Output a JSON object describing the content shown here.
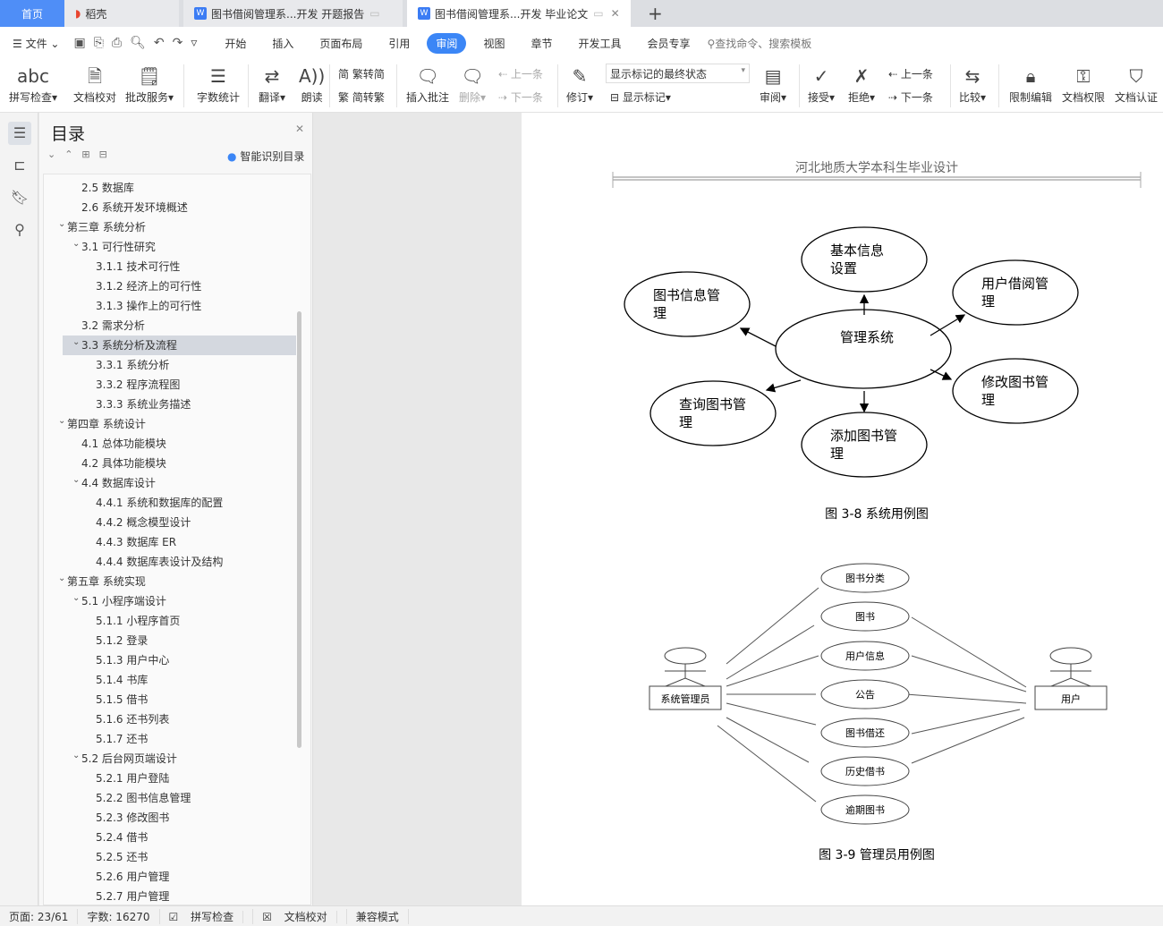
{
  "tabs": [
    {
      "label": "首页"
    },
    {
      "label": "稻壳"
    },
    {
      "label": "图书借阅管理系...开发 开题报告"
    },
    {
      "label": "图书借阅管理系...开发 毕业论文"
    }
  ],
  "menu": {
    "file": "文件",
    "items": [
      "开始",
      "插入",
      "页面布局",
      "引用",
      "审阅",
      "视图",
      "章节",
      "开发工具",
      "会员专享"
    ],
    "search": "查找命令、搜索模板"
  },
  "ribbon": {
    "spell": "拼写检查",
    "proof": "文档校对",
    "review_service": "批改服务",
    "wordcount": "字数统计",
    "translate": "翻译",
    "read": "朗读",
    "t2s": "繁转简",
    "s2t": "简转繁",
    "insert_comment": "插入批注",
    "delete": "删除",
    "prev": "上一条",
    "next": "下一条",
    "track": "修订",
    "markup_state": "显示标记的最终状态",
    "show_markup": "显示标记",
    "review": "审阅",
    "accept": "接受",
    "reject": "拒绝",
    "prev2": "上一条",
    "next2": "下一条",
    "compare": "比较",
    "restrict": "限制编辑",
    "permission": "文档权限",
    "certify": "文档认证"
  },
  "toc": {
    "title": "目录",
    "smart": "智能识别目录",
    "items": [
      {
        "label": "2.5 数据库",
        "level": 2,
        "chev": false
      },
      {
        "label": "2.6 系统开发环境概述",
        "level": 2,
        "chev": false
      },
      {
        "label": "第三章  系统分析",
        "level": 1,
        "chev": true
      },
      {
        "label": "3.1  可行性研究",
        "level": 2,
        "chev": true
      },
      {
        "label": "3.1.1  技术可行性",
        "level": 3,
        "chev": false
      },
      {
        "label": "3.1.2  经济上的可行性",
        "level": 3,
        "chev": false
      },
      {
        "label": "3.1.3  操作上的可行性",
        "level": 3,
        "chev": false
      },
      {
        "label": "3.2  需求分析",
        "level": 2,
        "chev": false
      },
      {
        "label": "3.3  系统分析及流程",
        "level": 2,
        "chev": true,
        "selected": true
      },
      {
        "label": "3.3.1 系统分析",
        "level": 3,
        "chev": false
      },
      {
        "label": "3.3.2 程序流程图",
        "level": 3,
        "chev": false
      },
      {
        "label": "3.3.3 系统业务描述",
        "level": 3,
        "chev": false
      },
      {
        "label": "第四章  系统设计",
        "level": 1,
        "chev": true
      },
      {
        "label": "4.1  总体功能模块",
        "level": 2,
        "chev": false
      },
      {
        "label": "4.2  具体功能模块",
        "level": 2,
        "chev": false
      },
      {
        "label": "4.4  数据库设计",
        "level": 2,
        "chev": true
      },
      {
        "label": "4.4.1 系统和数据库的配置",
        "level": 3,
        "chev": false
      },
      {
        "label": "4.4.2 概念模型设计",
        "level": 3,
        "chev": false
      },
      {
        "label": "4.4.3 数据库 ER",
        "level": 3,
        "chev": false
      },
      {
        "label": "4.4.4 数据库表设计及结构",
        "level": 3,
        "chev": false
      },
      {
        "label": "第五章  系统实现",
        "level": 1,
        "chev": true
      },
      {
        "label": "5.1 小程序端设计",
        "level": 2,
        "chev": true
      },
      {
        "label": "5.1.1 小程序首页",
        "level": 3,
        "chev": false
      },
      {
        "label": "5.1.2 登录",
        "level": 3,
        "chev": false
      },
      {
        "label": "5.1.3 用户中心",
        "level": 3,
        "chev": false
      },
      {
        "label": "5.1.4 书库",
        "level": 3,
        "chev": false
      },
      {
        "label": "5.1.5 借书",
        "level": 3,
        "chev": false
      },
      {
        "label": "5.1.6 还书列表",
        "level": 3,
        "chev": false
      },
      {
        "label": "5.1.7 还书",
        "level": 3,
        "chev": false
      },
      {
        "label": "5.2 后台网页端设计",
        "level": 2,
        "chev": true
      },
      {
        "label": "5.2.1 用户登陆",
        "level": 3,
        "chev": false
      },
      {
        "label": "5.2.2 图书信息管理",
        "level": 3,
        "chev": false
      },
      {
        "label": "5.2.3 修改图书",
        "level": 3,
        "chev": false
      },
      {
        "label": "5.2.4  借书",
        "level": 3,
        "chev": false
      },
      {
        "label": "5.2.5  还书",
        "level": 3,
        "chev": false
      },
      {
        "label": "5.2.6 用户管理",
        "level": 3,
        "chev": false
      },
      {
        "label": "5.2.7 用户管理",
        "level": 3,
        "chev": false
      }
    ]
  },
  "doc": {
    "header": "河北地质大学本科生毕业设计",
    "fig1": {
      "center": "管理系统",
      "nodes": [
        [
          "基本信息",
          "设置"
        ],
        [
          "图书信息管",
          "理"
        ],
        [
          "用户借阅管",
          "理"
        ],
        [
          "修改图书管",
          "理"
        ],
        [
          "查询图书管",
          "理"
        ],
        [
          "添加图书管",
          "理"
        ]
      ],
      "caption": "图 3-8  系统用例图"
    },
    "fig2": {
      "admin": "系统管理员",
      "user": "用户",
      "cases": [
        "图书分类",
        "图书",
        "用户信息",
        "公告",
        "图书借还",
        "历史借书",
        "逾期图书"
      ],
      "caption": "图 3-9  管理员用例图"
    }
  },
  "status": {
    "page": "页面: 23/61",
    "words": "字数: 16270",
    "spell": "拼写检查",
    "proof": "文档校对",
    "compat": "兼容模式"
  }
}
